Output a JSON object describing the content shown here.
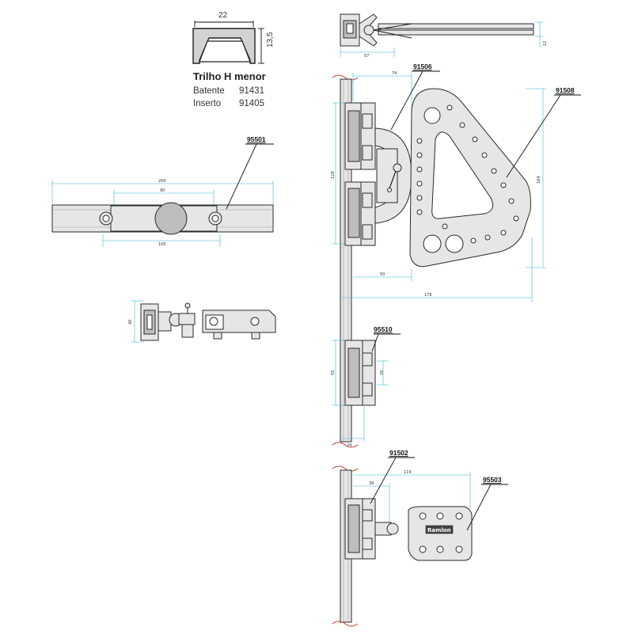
{
  "profile": {
    "title": "Trilho H menor",
    "width_label": "22",
    "height_label": "13,5",
    "rows": [
      {
        "name": "Batente",
        "code": "91431"
      },
      {
        "name": "Inserto",
        "code": "91405"
      }
    ]
  },
  "callouts": {
    "c95501": "95501",
    "c91506": "91506",
    "c91508": "91508",
    "c95510": "95510",
    "c91502": "91502",
    "c95503": "95503"
  },
  "dimensions": {
    "rail_total": "200",
    "rail_holes": "90",
    "rail_base": "100",
    "side_view_height": "40",
    "top_width": "57",
    "top_height": "12",
    "mount_width": "74",
    "mount_height": "128",
    "plate_offset": "50",
    "plate_height": "164",
    "overall_width": "176",
    "block_height": "55",
    "block_inner": "20",
    "block_width": "24",
    "foot_offset": "39",
    "foot_width": "119"
  },
  "logo_text": "Ramlon"
}
